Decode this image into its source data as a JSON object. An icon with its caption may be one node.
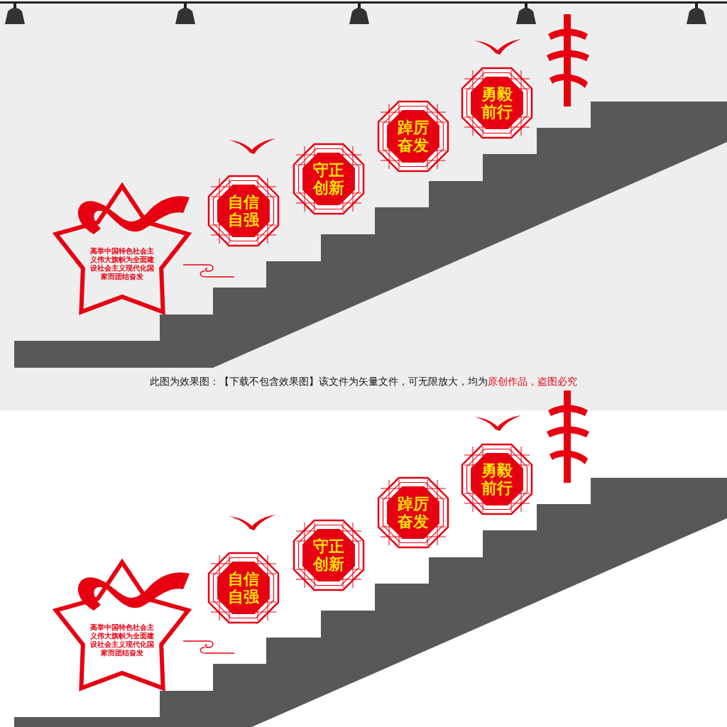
{
  "diagram": {
    "nodes": [
      {
        "text": [
          "高举中国特色社会主义伟大旗帜为全面建设社会主义现代化国家而团结奋发"
        ]
      },
      {
        "text": [
          "自信自强"
        ]
      },
      {
        "text": [
          "守正创新"
        ]
      },
      {
        "text": [
          "踔厉奋发"
        ]
      },
      {
        "text": [
          "勇毅前行"
        ]
      },
      {
        "text": [
          "高举中国特色社会主义伟大旗帜为全面建设社会主义现代化国家而团结奋发"
        ]
      },
      {
        "text": [
          "自信自强"
        ]
      },
      {
        "text": [
          "守正创新"
        ]
      },
      {
        "text": [
          "踔厉奋发"
        ]
      },
      {
        "text": [
          "勇毅前行"
        ]
      }
    ],
    "labels": [
      "此图为效果图：【下载不包含效果图】该文件为矢量文件，可无限放大，均为",
      "原创作品，盗图必究"
    ]
  }
}
